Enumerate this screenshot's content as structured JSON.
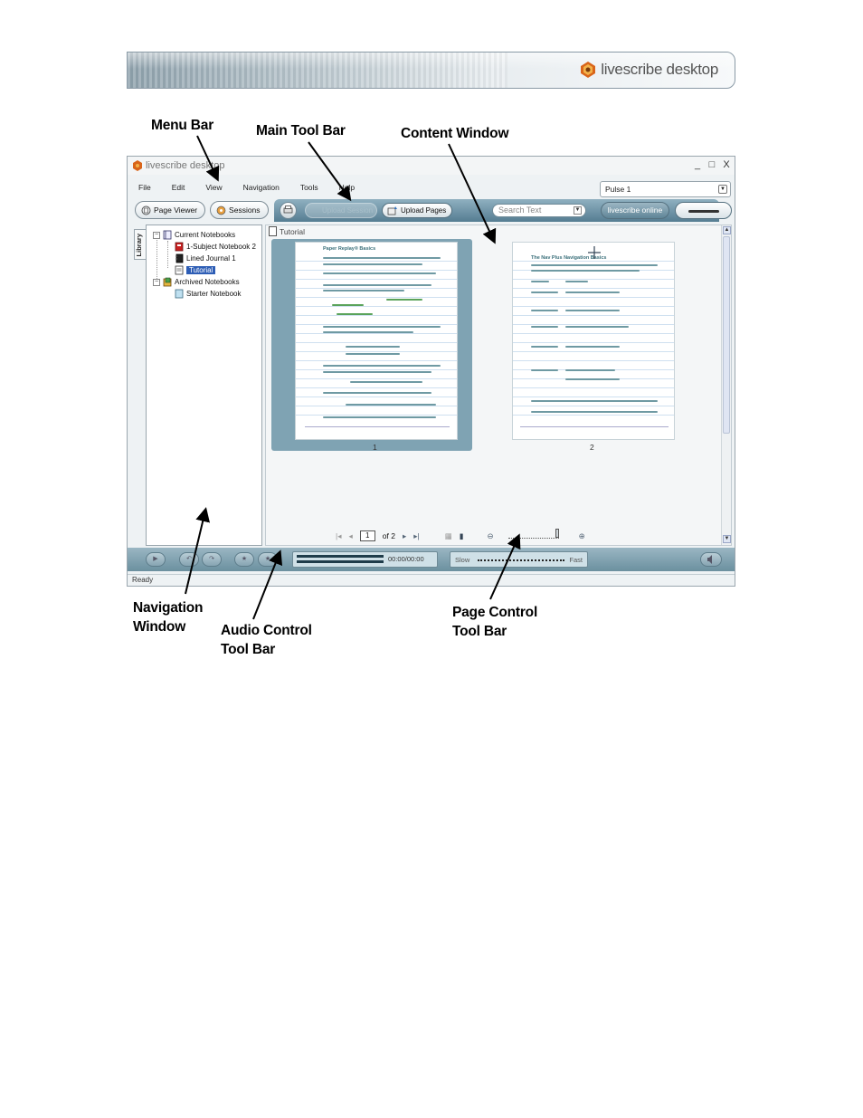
{
  "banner": {
    "brand_prefix": "livescribe",
    "brand_suffix": " desktop",
    "accent_color": "#e0761a"
  },
  "callouts": {
    "menu_bar": "Menu Bar",
    "main_tool_bar": "Main Tool Bar",
    "content_window": "Content Window",
    "navigation_window_l1": "Navigation",
    "navigation_window_l2": "Window",
    "audio_control_l1": "Audio Control",
    "audio_control_l2": "Tool Bar",
    "page_control_l1": "Page Control",
    "page_control_l2": "Tool Bar"
  },
  "window": {
    "title": "livescribe desktop",
    "controls": [
      "_",
      "□",
      "X"
    ],
    "menu": [
      "File",
      "Edit",
      "View",
      "Navigation",
      "Tools",
      "Help"
    ],
    "pen_select": "Pulse 1",
    "buttons": {
      "page_viewer": "Page Viewer",
      "sessions": "Sessions",
      "upload_session": "Upload Session",
      "upload_pages": "Upload Pages",
      "livescribe_online": "livescribe online"
    },
    "search_placeholder": "Search Text",
    "library_tab": "Library",
    "tree": {
      "current_notebooks": "Current Notebooks",
      "subject_notebook": "1-Subject Notebook 2",
      "lined_journal": "Lined Journal 1",
      "tutorial": "Tutorial",
      "archived_notebooks": "Archived Notebooks",
      "starter_notebook": "Starter Notebook"
    },
    "breadcrumb": "Tutorial",
    "pages": [
      {
        "number": "1",
        "title": "Paper Replay® Basics"
      },
      {
        "number": "2",
        "title": "The Nav Plus Navigation Basics"
      }
    ],
    "page_control": {
      "current_page": "1",
      "of_label": "of 2"
    },
    "audio": {
      "time": "00:00/00:00",
      "slow": "Slow",
      "fast": "Fast"
    },
    "status": "Ready"
  }
}
